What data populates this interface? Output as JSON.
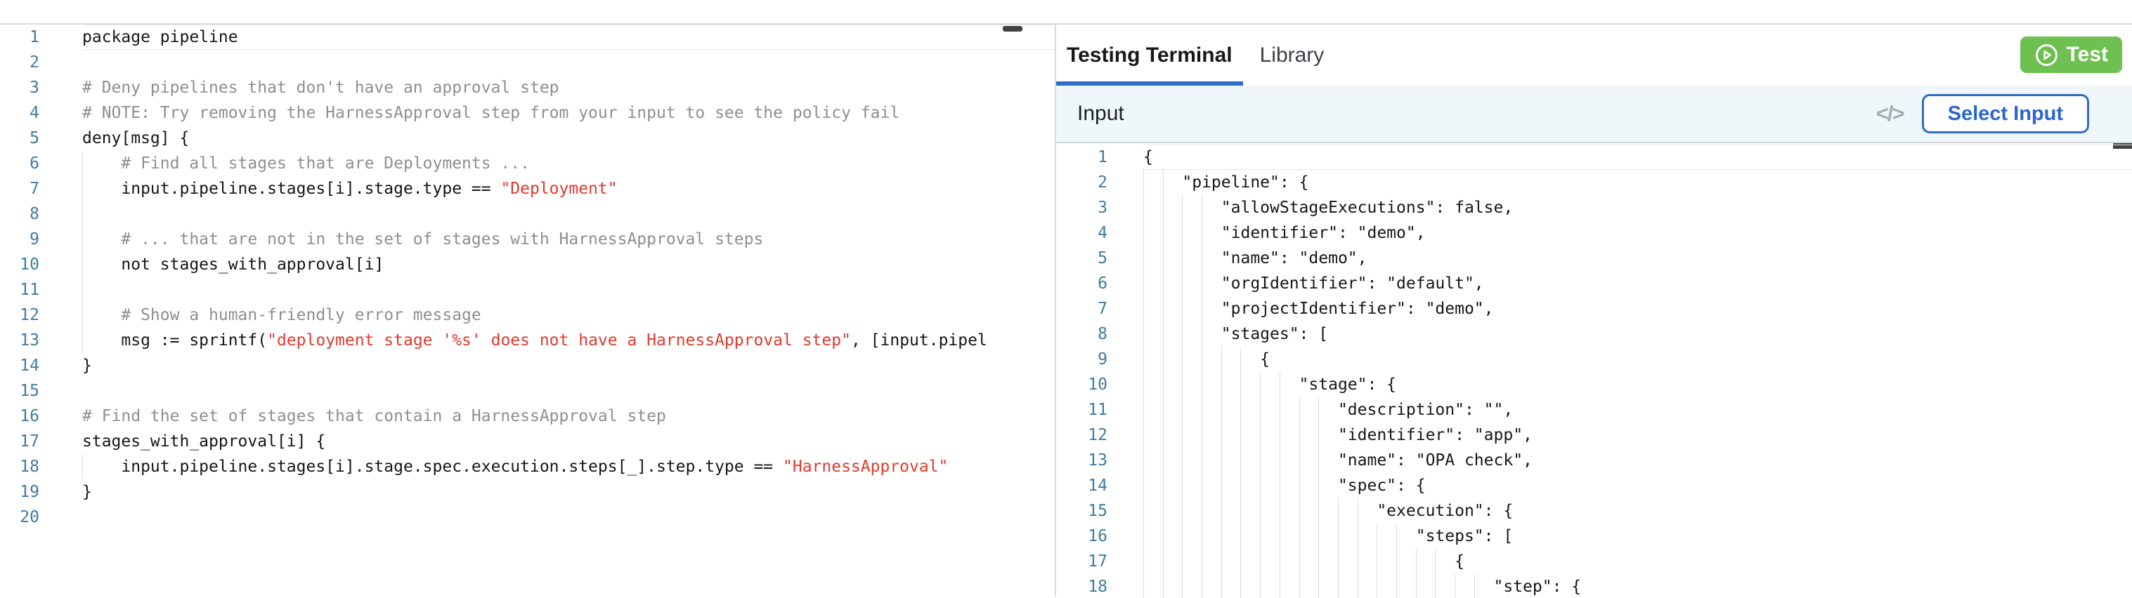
{
  "top_tabs": [
    {
      "label": "Testing Terminal",
      "active": true
    },
    {
      "label": "Library",
      "active": false
    }
  ],
  "right_panel": {
    "test_button": {
      "label": "Test",
      "color": "#6ec050",
      "icon": "play-circle-icon"
    },
    "input_header": {
      "title": "Input",
      "code_icon": "</>",
      "select_button_label": "Select Input",
      "accent_color": "#2e6bcb",
      "background": "#eff7fb"
    }
  },
  "left_editor": {
    "language": "rego",
    "current_line": 1,
    "tab_size": 4,
    "colors": {
      "line_number": "#3f7ba3",
      "comment": "#8f8f8f",
      "string": "#e23a2d",
      "text": "#161616"
    },
    "lines": [
      {
        "n": 1,
        "segments": [
          [
            "plain",
            "package pipeline"
          ]
        ]
      },
      {
        "n": 2,
        "segments": []
      },
      {
        "n": 3,
        "segments": [
          [
            "comment",
            "# Deny pipelines that don't have an approval step"
          ]
        ]
      },
      {
        "n": 4,
        "segments": [
          [
            "comment",
            "# NOTE: Try removing the HarnessApproval step from your input to see the policy fail"
          ]
        ]
      },
      {
        "n": 5,
        "segments": [
          [
            "plain",
            "deny[msg] {"
          ]
        ]
      },
      {
        "n": 6,
        "segments": [
          [
            "comment",
            "    # Find all stages that are Deployments ..."
          ]
        ]
      },
      {
        "n": 7,
        "segments": [
          [
            "plain",
            "    input.pipeline.stages[i].stage.type == "
          ],
          [
            "string",
            "\"Deployment\""
          ]
        ]
      },
      {
        "n": 8,
        "segments": []
      },
      {
        "n": 9,
        "segments": [
          [
            "comment",
            "    # ... that are not in the set of stages with HarnessApproval steps"
          ]
        ]
      },
      {
        "n": 10,
        "segments": [
          [
            "plain",
            "    not stages_with_approval[i]"
          ]
        ]
      },
      {
        "n": 11,
        "segments": []
      },
      {
        "n": 12,
        "segments": [
          [
            "comment",
            "    # Show a human-friendly error message"
          ]
        ]
      },
      {
        "n": 13,
        "segments": [
          [
            "plain",
            "    msg := sprintf("
          ],
          [
            "string",
            "\"deployment stage '%s' does not have a HarnessApproval step\""
          ],
          [
            "plain",
            ", [input.pipel"
          ]
        ]
      },
      {
        "n": 14,
        "segments": [
          [
            "plain",
            "}"
          ]
        ]
      },
      {
        "n": 15,
        "segments": []
      },
      {
        "n": 16,
        "segments": [
          [
            "comment",
            "# Find the set of stages that contain a HarnessApproval step"
          ]
        ]
      },
      {
        "n": 17,
        "segments": [
          [
            "plain",
            "stages_with_approval[i] {"
          ]
        ]
      },
      {
        "n": 18,
        "segments": [
          [
            "plain",
            "    input.pipeline.stages[i].stage.spec.execution.steps[_].step.type == "
          ],
          [
            "string",
            "\"HarnessApproval\""
          ]
        ]
      },
      {
        "n": 19,
        "segments": [
          [
            "plain",
            "}"
          ]
        ]
      },
      {
        "n": 20,
        "segments": []
      }
    ]
  },
  "right_editor": {
    "language": "json",
    "current_line": 1,
    "tab_size": 2,
    "lines": [
      "{",
      "    \"pipeline\": {",
      "        \"allowStageExecutions\": false,",
      "        \"identifier\": \"demo\",",
      "        \"name\": \"demo\",",
      "        \"orgIdentifier\": \"default\",",
      "        \"projectIdentifier\": \"demo\",",
      "        \"stages\": [",
      "            {",
      "                \"stage\": {",
      "                    \"description\": \"\",",
      "                    \"identifier\": \"app\",",
      "                    \"name\": \"OPA check\",",
      "                    \"spec\": {",
      "                        \"execution\": {",
      "                            \"steps\": [",
      "                                {",
      "                                    \"step\": {"
    ]
  }
}
